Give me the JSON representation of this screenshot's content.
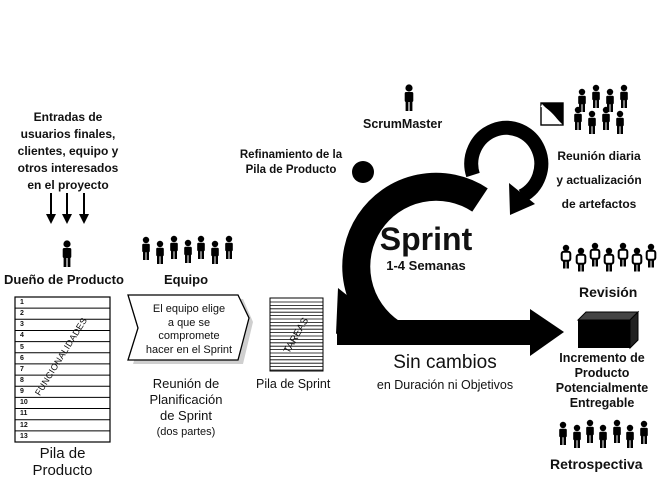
{
  "inputs": {
    "lines": [
      "Entradas de",
      "usuarios finales,",
      "clientes,  equipo y",
      "otros interesados",
      "en el proyecto"
    ]
  },
  "product_owner": {
    "label": "Dueño de Producto"
  },
  "team": {
    "label": "Equipo"
  },
  "backlog": {
    "rows": [
      "1",
      "2",
      "3",
      "4",
      "5",
      "6",
      "7",
      "8",
      "9",
      "10",
      "11",
      "12",
      "13"
    ],
    "vertical_label": "FUNCIONALIDADES",
    "caption_lines": [
      "Pila de",
      "Producto"
    ]
  },
  "planning": {
    "box_lines": [
      "El equipo elige",
      "a que se",
      "compromete",
      "hacer en el Sprint"
    ],
    "caption_lines": [
      "Reunión de",
      "Planificación",
      "de Sprint"
    ],
    "caption_small": "(dos partes)"
  },
  "sprint_backlog": {
    "vertical_label": "TAREAS",
    "caption": "Pila de Sprint"
  },
  "refinement": {
    "lines": [
      "Refinamiento de la",
      "Pila de Producto"
    ]
  },
  "scrum_master": {
    "label": "ScrumMaster"
  },
  "sprint": {
    "title": "Sprint",
    "subtitle": "1-4 Semanas"
  },
  "daily": {
    "lines": [
      "Reunión diaria",
      "y actualización",
      "de artefactos"
    ]
  },
  "no_changes": {
    "title": "Sin cambios",
    "subtitle": "en Duración ni Objetivos"
  },
  "review": {
    "label": "Revisión"
  },
  "increment": {
    "lines": [
      "Incremento de",
      "Producto",
      "Potencialmente",
      "Entregable"
    ]
  },
  "retro": {
    "label": "Retrospectiva"
  },
  "colors": {
    "ink": "#000000",
    "paper": "#ffffff",
    "shadow": "#cfcfcf"
  }
}
